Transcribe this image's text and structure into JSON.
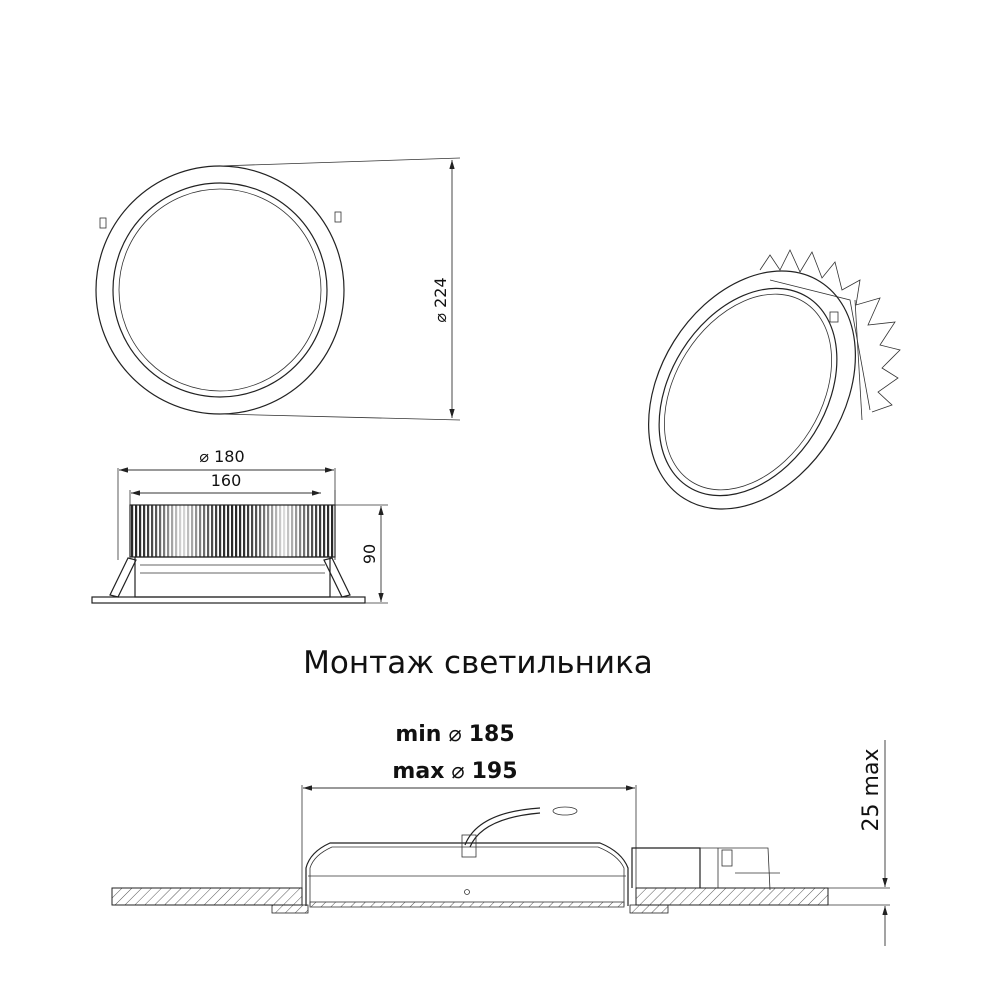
{
  "top_view": {
    "diameter_label": "224"
  },
  "side_view": {
    "outer_diameter_label": "180",
    "inner_width_label": "160",
    "height_label": "90"
  },
  "mounting": {
    "title": "Монтаж светильника",
    "cutout_min_label": "min",
    "cutout_min_value": "185",
    "cutout_max_label": "max",
    "cutout_max_value": "195",
    "ceiling_thickness_label": "25 max"
  },
  "colors": {
    "line": "#222222",
    "background": "#ffffff"
  }
}
